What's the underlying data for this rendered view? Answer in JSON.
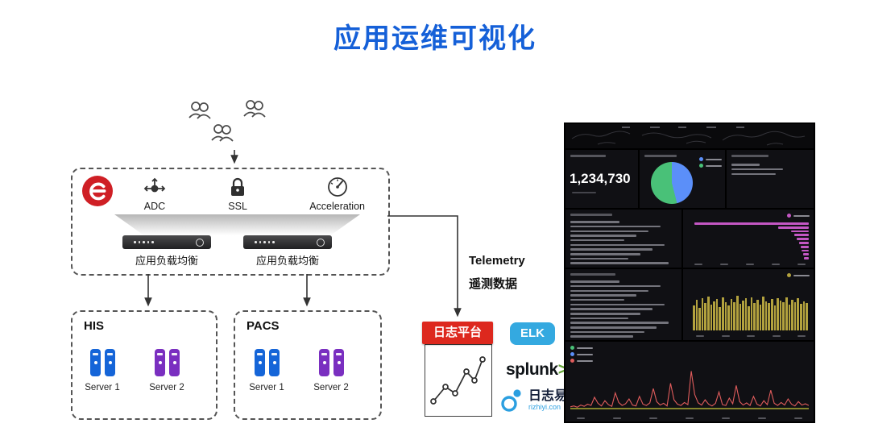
{
  "page": {
    "title": "应用运维可视化",
    "title_color": "#1560d8"
  },
  "adc_box": {
    "features": [
      {
        "label": "ADC"
      },
      {
        "label": "SSL"
      },
      {
        "label": "Acceleration"
      }
    ],
    "appliance1_label": "应用负载均衡",
    "appliance2_label": "应用负载均衡"
  },
  "clusters": [
    {
      "title": "HIS",
      "servers": [
        {
          "label": "Server 1",
          "color": "#1565d8"
        },
        {
          "label": "Server 2",
          "color": "#7a2fc0"
        }
      ]
    },
    {
      "title": "PACS",
      "servers": [
        {
          "label": "Server 1",
          "color": "#1565d8"
        },
        {
          "label": "Server 2",
          "color": "#7a2fc0"
        }
      ]
    }
  ],
  "telemetry": {
    "line1": "Telemetry",
    "line2": "遥测数据"
  },
  "log_platform": {
    "label": "日志平台",
    "color": "#dd281e"
  },
  "tools": {
    "elk": "ELK",
    "elk_color": "#34a9e0",
    "splunk": "splunk",
    "splunk_suffix": ">",
    "rizhiyi_name": "日志易",
    "rizhiyi_domain": "rizhiyi.con"
  },
  "dashboard": {
    "stat_value": "1,234,730",
    "pie": {
      "slices": [
        {
          "value": 46,
          "color": "#5b8ff9"
        },
        {
          "value": 54,
          "color": "#49c178"
        }
      ]
    },
    "bar_chart": {
      "color": "#c457c4",
      "values": [
        96,
        26,
        15,
        12,
        10,
        8,
        7,
        6,
        5,
        4
      ]
    },
    "histogram": {
      "color": "#b3a23e",
      "values": [
        55,
        68,
        50,
        72,
        60,
        75,
        58,
        65,
        70,
        52,
        74,
        62,
        56,
        69,
        63,
        77,
        59,
        66,
        71,
        54,
        73,
        61,
        67,
        58,
        75,
        64,
        60,
        70,
        55,
        72,
        66,
        62,
        74,
        57,
        68,
        63,
        71,
        59,
        65,
        60
      ]
    },
    "line_chart": {
      "color": "#e05c5c",
      "baseline_color": "#c9c93a",
      "legend_colors": [
        "#49c178",
        "#5b8ff9",
        "#e05c5c"
      ],
      "values": [
        6,
        8,
        5,
        10,
        7,
        12,
        9,
        28,
        14,
        8,
        20,
        11,
        7,
        38,
        16,
        9,
        13,
        24,
        10,
        8,
        30,
        12,
        9,
        15,
        48,
        18,
        10,
        14,
        8,
        60,
        22,
        12,
        9,
        16,
        11,
        88,
        34,
        15,
        10,
        22,
        12,
        8,
        14,
        40,
        11,
        9,
        26,
        13,
        55,
        18,
        10,
        15,
        9,
        30,
        12,
        8,
        20,
        11,
        44,
        14,
        9,
        16,
        10,
        24,
        12,
        8,
        18,
        10,
        13,
        9
      ]
    }
  }
}
